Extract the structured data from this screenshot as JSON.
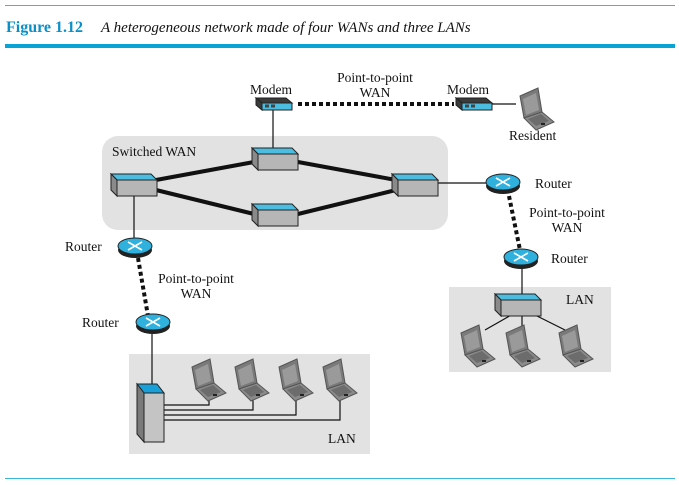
{
  "figure": {
    "label": "Figure 1.12",
    "title": "A heterogeneous network made of four WANs and three LANs"
  },
  "colors": {
    "accent": "#0aa3d6",
    "device_top": "#4bbde0",
    "device_body": "#b8b8b8",
    "region_fill": "#e2e2e2"
  },
  "diagram": {
    "regions": {
      "switched_wan": "Switched WAN",
      "lan_right": "LAN",
      "lan_bottom": "LAN"
    },
    "labels": {
      "modem_left": "Modem",
      "modem_right": "Modem",
      "p2p_top_line1": "Point-to-point",
      "p2p_top_line2": "WAN",
      "resident": "Resident",
      "router_right_top": "Router",
      "p2p_right_line1": "Point-to-point",
      "p2p_right_line2": "WAN",
      "router_right_bottom": "Router",
      "router_left_top": "Router",
      "p2p_left_line1": "Point-to-point",
      "p2p_left_line2": "WAN",
      "router_left_bottom": "Router"
    },
    "nodes": [
      {
        "id": "modem-left",
        "type": "modem"
      },
      {
        "id": "modem-right",
        "type": "modem"
      },
      {
        "id": "resident-laptop",
        "type": "laptop"
      },
      {
        "id": "switch-left",
        "type": "switch"
      },
      {
        "id": "switch-top",
        "type": "switch"
      },
      {
        "id": "switch-bottom",
        "type": "switch"
      },
      {
        "id": "switch-right",
        "type": "switch"
      },
      {
        "id": "router-right-top",
        "type": "router"
      },
      {
        "id": "router-right-bottom",
        "type": "router"
      },
      {
        "id": "router-left-top",
        "type": "router"
      },
      {
        "id": "router-left-bottom",
        "type": "router"
      },
      {
        "id": "lan-right-switch",
        "type": "switch"
      },
      {
        "id": "lan-right-laptop-1",
        "type": "laptop"
      },
      {
        "id": "lan-right-laptop-2",
        "type": "laptop"
      },
      {
        "id": "lan-right-laptop-3",
        "type": "laptop"
      },
      {
        "id": "lan-bottom-hub",
        "type": "tower-switch"
      },
      {
        "id": "lan-bottom-laptop-1",
        "type": "laptop"
      },
      {
        "id": "lan-bottom-laptop-2",
        "type": "laptop"
      },
      {
        "id": "lan-bottom-laptop-3",
        "type": "laptop"
      },
      {
        "id": "lan-bottom-laptop-4",
        "type": "laptop"
      }
    ],
    "links": [
      {
        "from": "modem-left",
        "to": "modem-right",
        "style": "dotted"
      },
      {
        "from": "modem-left",
        "to": "switch-top",
        "style": "thin"
      },
      {
        "from": "modem-right",
        "to": "resident-laptop",
        "style": "thin"
      },
      {
        "from": "switch-left",
        "to": "switch-top",
        "style": "thick"
      },
      {
        "from": "switch-left",
        "to": "switch-bottom",
        "style": "thick"
      },
      {
        "from": "switch-top",
        "to": "switch-right",
        "style": "thick"
      },
      {
        "from": "switch-bottom",
        "to": "switch-right",
        "style": "thick"
      },
      {
        "from": "switch-right",
        "to": "router-right-top",
        "style": "thin"
      },
      {
        "from": "router-right-top",
        "to": "router-right-bottom",
        "style": "dotted"
      },
      {
        "from": "router-right-bottom",
        "to": "lan-right-switch",
        "style": "thin"
      },
      {
        "from": "switch-left",
        "to": "router-left-top",
        "style": "thin"
      },
      {
        "from": "router-left-top",
        "to": "router-left-bottom",
        "style": "dotted"
      },
      {
        "from": "router-left-bottom",
        "to": "lan-bottom-hub",
        "style": "thin"
      }
    ]
  }
}
